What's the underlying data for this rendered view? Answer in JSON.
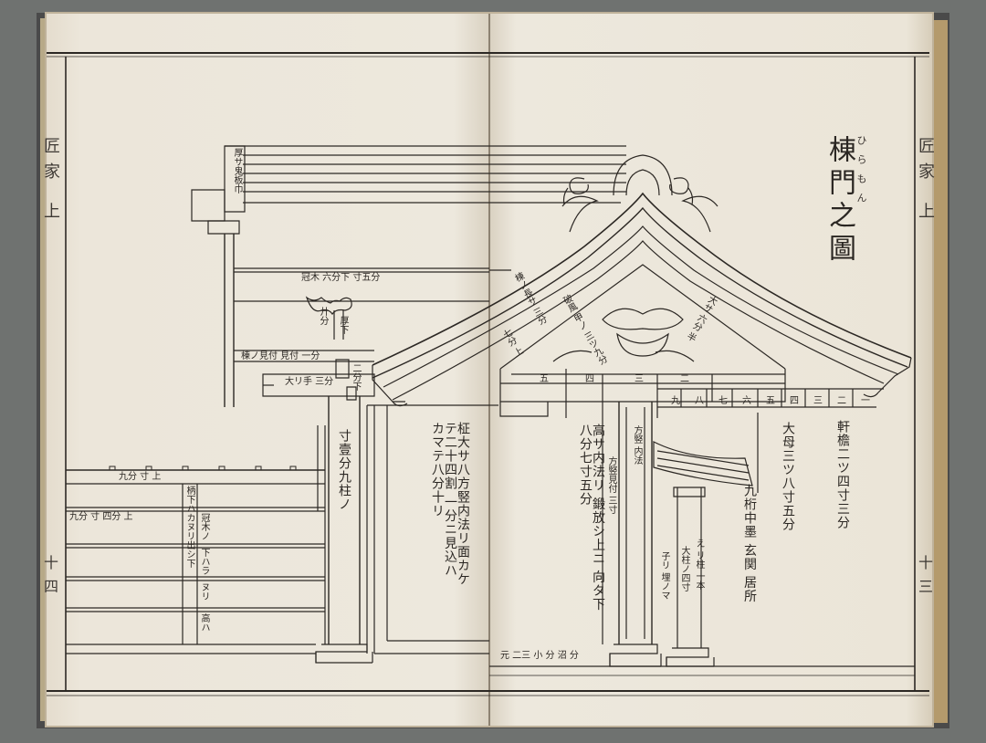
{
  "page": {
    "title": "棟門之圖",
    "title_reading": "ひらもん",
    "margin_left": "匠家 上",
    "margin_right": "匠家 上",
    "folio_left": "十四",
    "folio_right": "十三"
  },
  "annotations": {
    "left": {
      "onigawara": "厚サ鬼板巾",
      "kasagi": "冠木 六分下 寸五分",
      "kake": "廾分",
      "kashiwa": "厚下",
      "nuki1": "棟ノ見付 見付 一分",
      "nuki2": "大リ手 三分",
      "nuki3": "二分下",
      "pillar_main": "寸壹分九柱ノ",
      "fence_top": "九分 寸 上",
      "fence_l1": "九分 寸 四分 上",
      "fence_c1": "柄下ハ",
      "fence_c2": "カヌリ出シ下",
      "fence_c3": "冠木ノ",
      "fence_c4": "下ハラ",
      "fence_c5": "ヌリ",
      "fence_c6": "高ハ",
      "door_note": "柾大サ八方竪内法リ面カケテ二十四割 一分ニ見込ハカマテ八分十リ"
    },
    "right": {
      "rafter_a": "棟ノ長サ 三分",
      "rafter_b": "破風 甲ノ 三ツ九分",
      "rafter_c": "七分 上",
      "rafter_d": "大サ 六分 半",
      "pillar_height": "高サ内法リ 鍛放シ上ニ 向タ下八分七寸五分",
      "pillar_side": "方竪見付 三寸",
      "pillar_b": "方竪 内法",
      "sub_pillar": "子リ 埋ノマ",
      "main_post": "大柱ノ四寸",
      "post_note": "え リ柱 一本",
      "post_center": "九桁中墨 玄関 居所",
      "eave_span": "大母三ツ八寸五分",
      "eave_total": "軒檐二ツ四寸三分",
      "base_note": "元 二三 小 分 沼 分"
    },
    "eave_numbers": [
      "九",
      "八",
      "七",
      "六",
      "五",
      "四",
      "三",
      "二",
      "一"
    ],
    "truss_numbers": [
      "五",
      "四",
      "三",
      "二"
    ]
  }
}
